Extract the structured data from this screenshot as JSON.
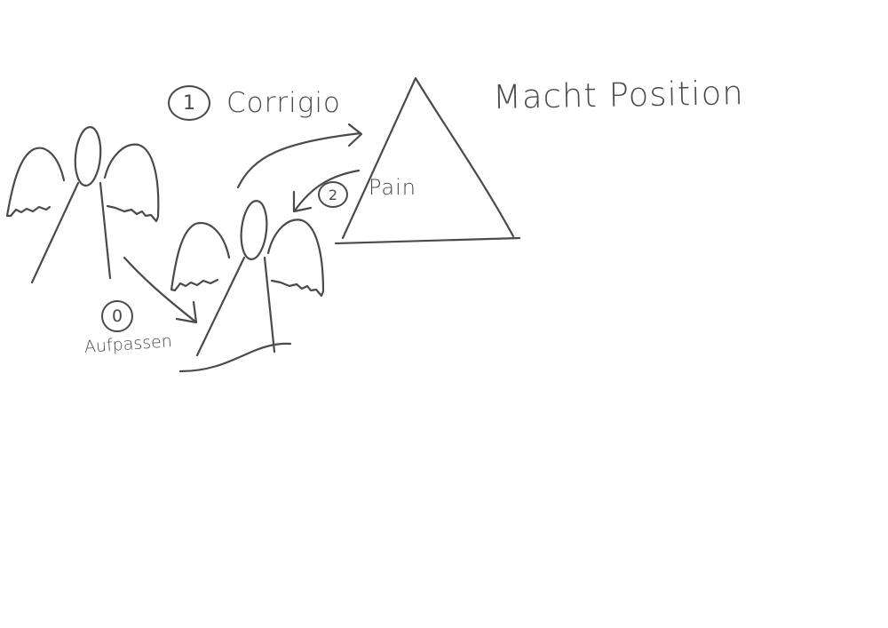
{
  "labels": {
    "step0_number": "0",
    "step0_text": "Aufpassen",
    "step1_number": "1",
    "step1_text": "Corrigio",
    "step2_number": "2",
    "step2_text": "Pain",
    "title": "Macht Position"
  },
  "colors": {
    "ink": "#4a4a4a",
    "background": "#ffffff"
  }
}
